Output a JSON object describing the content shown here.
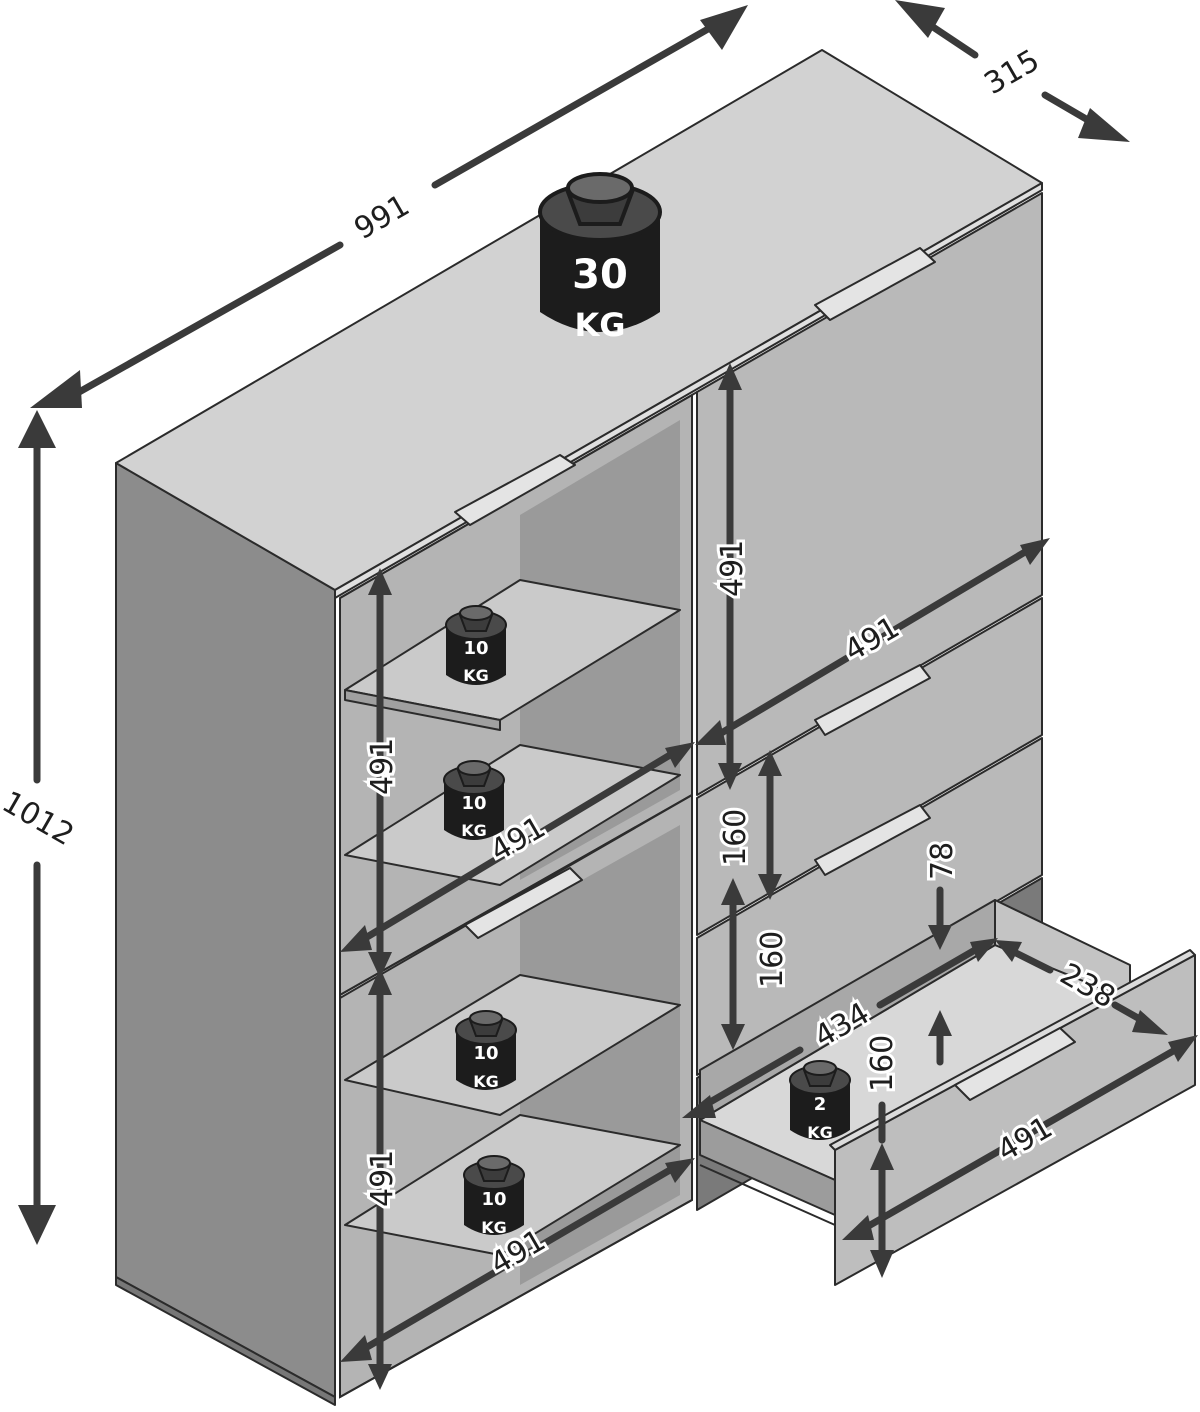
{
  "dimensions": {
    "width": "991",
    "depth": "315",
    "height": "1012",
    "glass_left_height": "491",
    "glass_left_width": "491",
    "glass_lower_height": "491",
    "glass_lower_width": "491",
    "right_door_height": "491",
    "right_door_width": "491",
    "drawer_front_height_1": "160",
    "drawer_front_height_2": "160",
    "drawer_inner_height": "78",
    "drawer_inner_depth": "238",
    "drawer_inner_width": "434",
    "drawer_front_height_3": "160",
    "drawer_front_width": "491"
  },
  "weights": {
    "top": {
      "value": "30",
      "unit": "KG"
    },
    "shelf_1": {
      "value": "10",
      "unit": "KG"
    },
    "shelf_2": {
      "value": "10",
      "unit": "KG"
    },
    "shelf_3": {
      "value": "10",
      "unit": "KG"
    },
    "shelf_4": {
      "value": "10",
      "unit": "KG"
    },
    "drawer": {
      "value": "2",
      "unit": "KG"
    }
  },
  "colors": {
    "background": "#ffffff",
    "top_surface": "#d2d2d2",
    "front_panel": "#b9b9b9",
    "side_panel": "#8c8c8c",
    "interior": "#a4a4a4",
    "shelf": "#c8c8c8",
    "arrow": "#3a3a3a",
    "weight": "#1c1c1c"
  }
}
